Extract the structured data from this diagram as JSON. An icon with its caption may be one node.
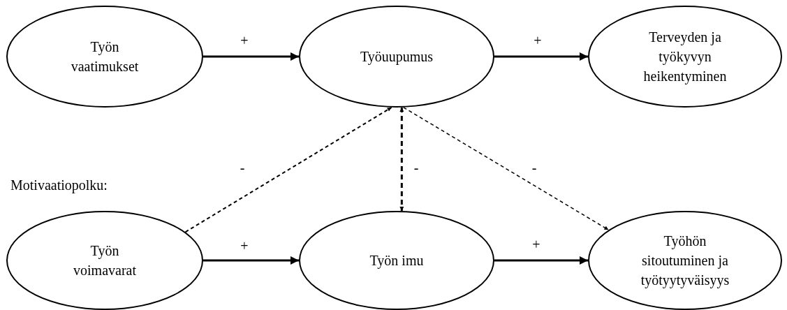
{
  "diagram": {
    "nodes": [
      {
        "text": [
          "Työn vaatimukset"
        ]
      },
      {
        "text": [
          "Työuupumus"
        ]
      },
      {
        "text": [
          "Terveyden ja työkyvyn heikentyminen"
        ]
      },
      {
        "text": [
          "Työn voimavarat"
        ]
      },
      {
        "text": [
          "Työn imu"
        ]
      },
      {
        "text": [
          "Työhön sitoutuminen ja työtyytyväisyys"
        ]
      }
    ],
    "edges": [
      {
        "from": 0,
        "to": 1,
        "arrow": "to",
        "label": "+"
      },
      {
        "from": 1,
        "to": 2,
        "arrow": "to",
        "label": "+"
      },
      {
        "from": 3,
        "to": 4,
        "arrow": "to",
        "label": "+"
      },
      {
        "from": 4,
        "to": 5,
        "arrow": "to",
        "label": "+"
      },
      {
        "from": 3,
        "to": 1,
        "arrow": "to",
        "label": "-",
        "style": "dashed"
      },
      {
        "from": 1,
        "to": 4,
        "arrow": "both",
        "label": "-",
        "style": "dashed"
      },
      {
        "from": 1,
        "to": 5,
        "arrow": "to",
        "label": "-",
        "style": "dashed"
      }
    ],
    "labels": [
      "Motivaatiopolku:"
    ]
  }
}
